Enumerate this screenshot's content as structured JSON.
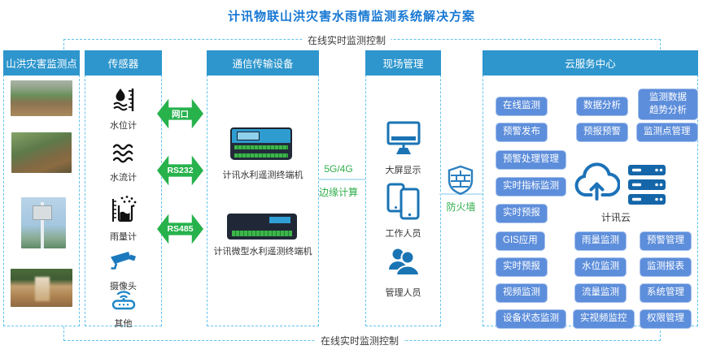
{
  "title": "计讯物联山洪灾害水雨情监测系统解决方案",
  "frame": {
    "top_label": "在线实时监测控制",
    "bottom_label": "在线实时监测控制"
  },
  "monitoring_points": {
    "header": "山洪灾害监测点",
    "photo_names": [
      "landslide-flood-photo",
      "mountain-valley-photo",
      "monitoring-station-photo",
      "flood-waterfall-photo"
    ]
  },
  "sensors": {
    "header": "传感器",
    "items": [
      {
        "icon": "water-level-icon",
        "label": "水位计"
      },
      {
        "icon": "water-flow-icon",
        "label": "水流计"
      },
      {
        "icon": "rain-gauge-icon",
        "label": "雨量计"
      },
      {
        "icon": "camera-icon",
        "label": "摄像头"
      },
      {
        "icon": "wireless-device-icon",
        "label": "其他"
      }
    ]
  },
  "links": {
    "arrows": [
      {
        "label": "网口"
      },
      {
        "label": "RS232"
      },
      {
        "label": "RS485"
      }
    ],
    "network": "5G/4G",
    "edge_computing": "边缘计算",
    "firewall": "防火墙"
  },
  "transmission": {
    "header": "通信传输设备",
    "devices": [
      {
        "label": "计讯水利遥测终端机"
      },
      {
        "label": "计讯微型水利遥测终端机"
      }
    ]
  },
  "site_management": {
    "header": "现场管理",
    "items": [
      {
        "icon": "monitor-icon",
        "label": "大屏显示"
      },
      {
        "icon": "phones-icon",
        "label": "工作人员"
      },
      {
        "icon": "people-icon",
        "label": "管理人员"
      }
    ]
  },
  "cloud_center": {
    "header": "云服务中心",
    "cloud_label": "计讯云",
    "buttons": [
      {
        "label": "在线监测"
      },
      {
        "label": "数据分析"
      },
      {
        "label": "监测数据趋势分析"
      },
      {
        "label": "预警发布"
      },
      {
        "label": "预报预警"
      },
      {
        "label": "监测点管理"
      },
      {
        "label": "预警处理管理"
      },
      {
        "label": "实时指标监测"
      },
      {
        "label": "实时预报"
      },
      {
        "label": "GIS应用"
      },
      {
        "label": "雨量监测"
      },
      {
        "label": "预警管理"
      },
      {
        "label": "实时预报"
      },
      {
        "label": "水位监测"
      },
      {
        "label": "监测报表"
      },
      {
        "label": "视频监测"
      },
      {
        "label": "流量监测"
      },
      {
        "label": "系统管理"
      },
      {
        "label": "设备状态监测"
      },
      {
        "label": "实视频监控"
      },
      {
        "label": "权限管理"
      }
    ]
  },
  "colors": {
    "header_bg": "#2e96cd",
    "dashed_border": "#62c2ee",
    "arrow_green": "#27b24c",
    "green_text": "#2fae4a",
    "button_bg": "#5d8edb",
    "button_border": "#a6c1ec",
    "title_blue": "#1778d3",
    "icon_blue": "#1a74b4"
  }
}
